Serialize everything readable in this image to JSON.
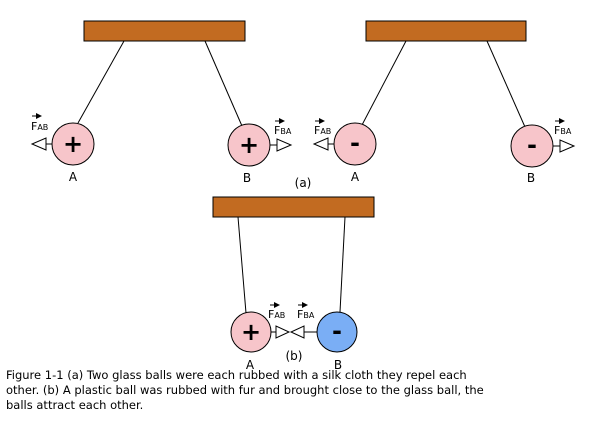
{
  "colors": {
    "bar": "#c26b21",
    "positive_ball": "#f7c5ca",
    "negative_ball_b": "#7aaef5",
    "stroke": "#000000"
  },
  "panels": {
    "a_left": {
      "ball_a": {
        "sign": "+",
        "label": "A",
        "force": {
          "main": "F",
          "sub": "AB"
        }
      },
      "ball_b": {
        "sign": "+",
        "label": "B",
        "force": {
          "main": "F",
          "sub": "BA"
        }
      }
    },
    "a_right": {
      "ball_a": {
        "sign": "-",
        "label": "A",
        "force": {
          "main": "F",
          "sub": "AB"
        }
      },
      "ball_b": {
        "sign": "-",
        "label": "B",
        "force": {
          "main": "F",
          "sub": "BA"
        }
      }
    },
    "a_label": "(a)",
    "b": {
      "ball_a": {
        "sign": "+",
        "label": "A",
        "force": {
          "main": "F",
          "sub": "AB"
        }
      },
      "ball_b": {
        "sign": "-",
        "label": "B",
        "force": {
          "main": "F",
          "sub": "BA"
        }
      },
      "label": "(b)"
    }
  },
  "caption": {
    "line1": "Figure 1-1 (a) Two glass balls were each rubbed with a silk cloth they repel each",
    "line2": "other. (b) A plastic ball was rubbed with fur and brought close to the glass ball, the",
    "line3": "balls attract each other."
  }
}
